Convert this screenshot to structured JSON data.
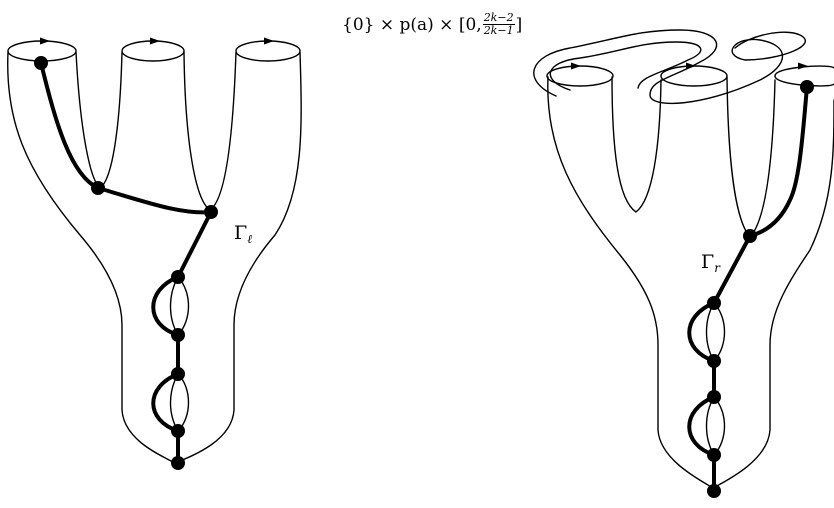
{
  "top_formula": {
    "prefix": "{0} × p(a) × [0, ",
    "numerator": "2k−2",
    "denominator": "2k−1",
    "suffix": "]"
  },
  "left_graph": {
    "symbol": "Γ",
    "subscript": "ℓ"
  },
  "right_graph": {
    "symbol": "Γ",
    "subscript": "r"
  }
}
